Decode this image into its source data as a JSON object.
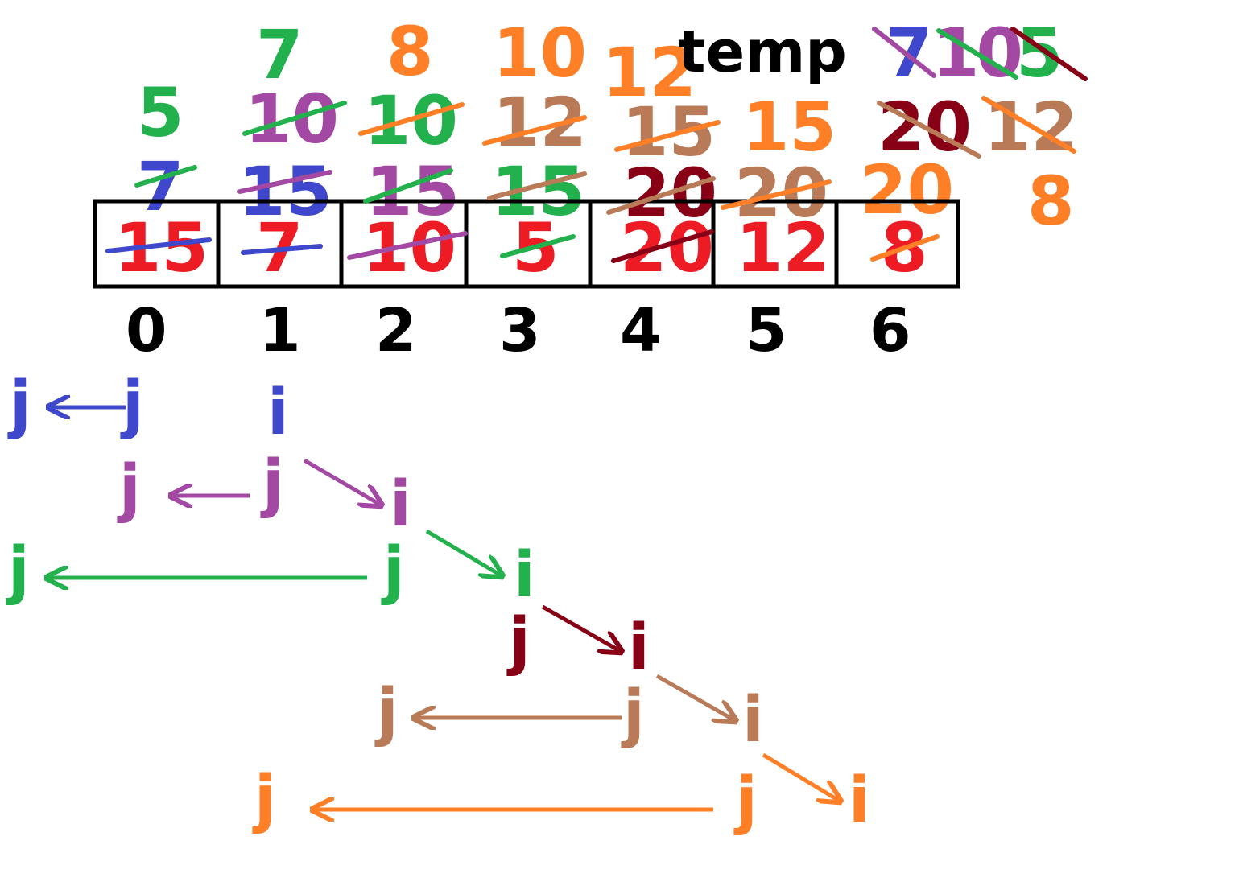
{
  "colors": {
    "red": "#ed1c24",
    "blue": "#3f48cc",
    "purple": "#a349a4",
    "green": "#22b14c",
    "darkred": "#880015",
    "brown": "#b97a57",
    "orange": "#ff7f27",
    "black": "#000000"
  },
  "temp_label": "temp",
  "indices": [
    "0",
    "1",
    "2",
    "3",
    "4",
    "5",
    "6"
  ],
  "array_row": [
    "15",
    "7",
    "10",
    "5",
    "20",
    "12",
    "8"
  ],
  "row_above_1": [
    "7",
    "15",
    "15",
    "15",
    "20",
    "20",
    "20"
  ],
  "row_above_2": [
    "5",
    "10",
    "10",
    "12",
    "15",
    "15",
    "20",
    "12"
  ],
  "row_above_3": [
    "7",
    "8",
    "10",
    "12"
  ],
  "temp_values": [
    "7",
    "10",
    "5"
  ],
  "temp_extra": "8",
  "pointers": {
    "i": "i",
    "j": "j"
  }
}
